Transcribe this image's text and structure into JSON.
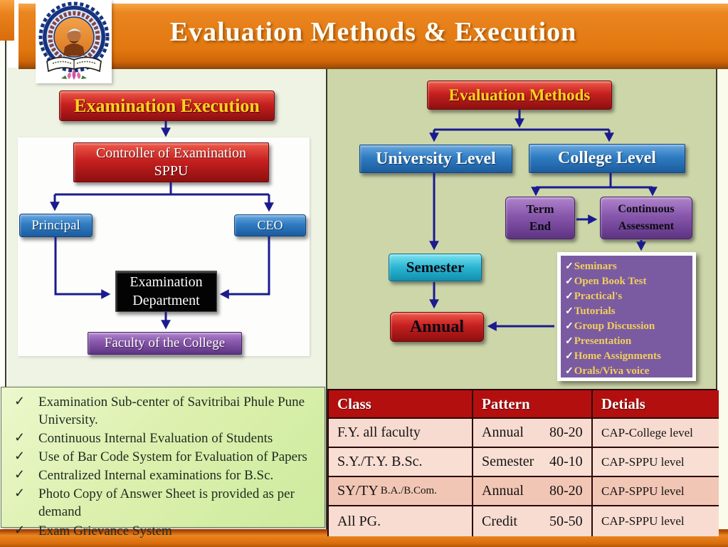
{
  "header": {
    "title": "Evaluation Methods & Execution",
    "logo": {
      "name": "Maratha Vidya Prasarak Samaj Nashik emblem",
      "ring_text": "मराठा विद्या प्रसारक समाज, नाशिक",
      "book_text": "बहुजन हिताय बहुजन सुखाय"
    }
  },
  "glyphs": {
    "check": "✓"
  },
  "execution_chart": {
    "banner": "Examination Execution",
    "controller_l1": "Controller of Examination",
    "controller_l2": "SPPU",
    "principal": "Principal",
    "ceo": "CEO",
    "dept_l1": "Examination",
    "dept_l2": "Department",
    "faculty": "Faculty of the College"
  },
  "methods_chart": {
    "banner": "Evaluation Methods",
    "university": "University Level",
    "college": "College Level",
    "term_l1": "Term",
    "term_l2": "End",
    "cont_l1": "Continuous",
    "cont_l2": "Assessment",
    "semester": "Semester",
    "annual": "Annual",
    "assessment_items": [
      "Seminars",
      "Open Book Test",
      "Practical's",
      "Tutorials",
      "Group Discussion",
      "Presentation",
      "Home Assignments",
      "Orals/Viva voice"
    ]
  },
  "notes": {
    "items": [
      "Examination Sub-center of Savitribai Phule Pune University.",
      "Continuous Internal Evaluation of Students",
      "Use of Bar Code System for Evaluation of Papers",
      "Centralized Internal examinations for B.Sc.",
      "Photo Copy of Answer Sheet is provided as per demand",
      "Exam Grievance System"
    ]
  },
  "table": {
    "headers": [
      "Class",
      "Pattern",
      "Detials"
    ],
    "rows": [
      {
        "class_main": "F.Y. all faculty",
        "class_sub": "",
        "pattern": "Annual",
        "score": "80-20",
        "details": "CAP-College level"
      },
      {
        "class_main": "S.Y./T.Y. B.Sc.",
        "class_sub": "",
        "pattern": "Semester",
        "score": "40-10",
        "details": "CAP-SPPU level"
      },
      {
        "class_main": "SY/TY",
        "class_sub": "B.A./B.Com.",
        "pattern": "Annual",
        "score": "80-20",
        "details": "CAP-SPPU level"
      },
      {
        "class_main": "All PG.",
        "class_sub": "",
        "pattern": "Credit",
        "score": "50-50",
        "details": "CAP-SPPU level"
      }
    ]
  },
  "colors": {
    "header_orange": "#e8811b",
    "banner_red": "#c62020",
    "accent_yellow": "#ffd21f",
    "box_blue": "#2f7cc2",
    "box_purple": "#8757ab",
    "box_cyan": "#2ab5d2",
    "arrow_navy": "#1b1b8f",
    "panel_olive": "#ccd6a9",
    "panel_mint": "#eff3e3",
    "notes_green": "#ddf0ae",
    "table_header_red": "#b40f0f",
    "table_row_pink": "#f8dbd0"
  }
}
